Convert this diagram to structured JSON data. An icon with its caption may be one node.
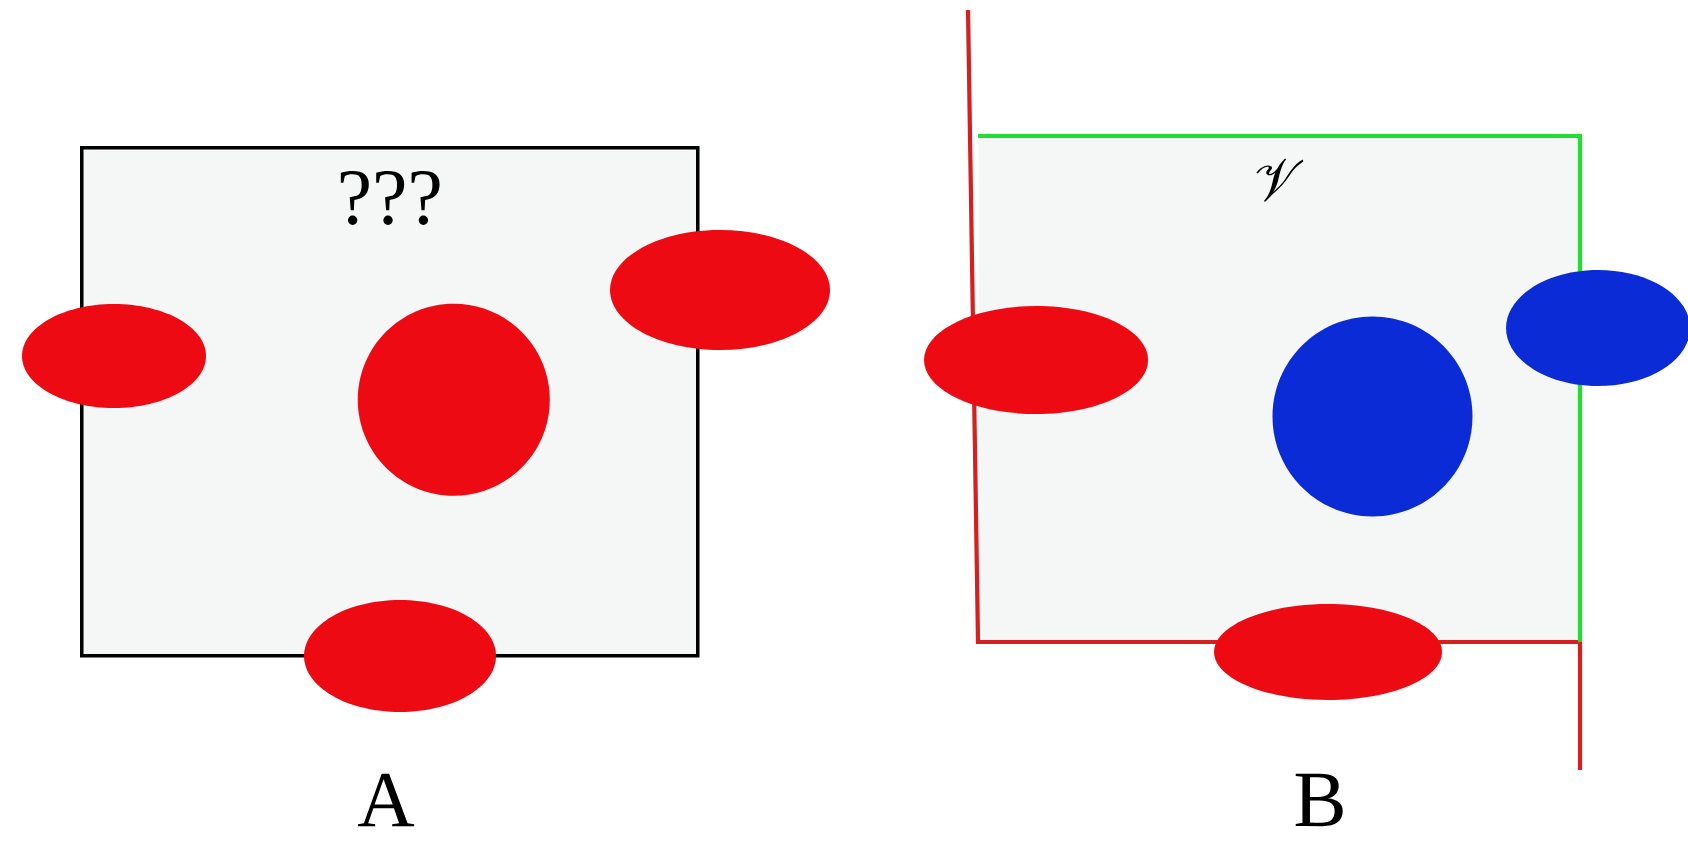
{
  "diagram": {
    "nodes": [
      {
        "text": [
          "???"
        ]
      },
      {
        "text": [
          "\\mathscr{V}"
        ]
      },
      {
        "text": [],
        "shape": "ellipse"
      },
      {
        "text": [],
        "shape": "ellipse"
      },
      {
        "text": [],
        "shape": "circle",
        "in": 0
      },
      {
        "text": [],
        "shape": "ellipse"
      },
      {
        "text": [],
        "shape": "ellipse"
      },
      {
        "text": [],
        "shape": "circle",
        "in": 1
      },
      {
        "text": [],
        "shape": "ellipse"
      },
      {
        "text": [],
        "shape": "ellipse"
      }
    ],
    "labels": [
      "A",
      "B"
    ]
  }
}
